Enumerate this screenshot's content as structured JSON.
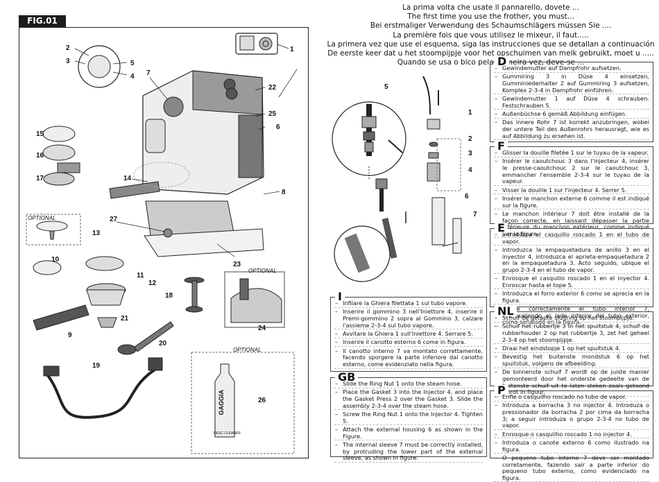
{
  "figure_label": "FIG.01",
  "left_callouts": [
    "1",
    "2",
    "3",
    "4",
    "5",
    "6",
    "7",
    "8",
    "9",
    "10",
    "11",
    "12",
    "13",
    "14",
    "15",
    "16",
    "17",
    "18",
    "19",
    "20",
    "21",
    "22",
    "23",
    "24",
    "25",
    "26",
    "27"
  ],
  "optional_labels": [
    "OPTIONAL",
    "OPTIONAL",
    "OPTIONAL"
  ],
  "bottle_brand": "GAGGIA",
  "bottle_sub": "DESC CLEANER",
  "headlines": [
    "La prima volta che usate il pannarello, dovete ...",
    "The first time you use the frother, you must...",
    "Bei erstmaliger Verwendung des Schaumschlägers müssen Sie ....",
    "La première fois que vous utilisez le mixeur, il faut.....",
    "La primera vez que use el esquema, siga las instrucciones que se detallan a continuación",
    "De eerste keer dat u het stoompijpje voor het opschuimen van melk gebruikt, moet u .....",
    "Quando se usa o bico pela primeira vez, deve-se ..."
  ],
  "right_callouts": [
    "5",
    "1",
    "2",
    "3",
    "4",
    "6",
    "7"
  ],
  "sections": {
    "D": {
      "tag": "D",
      "items": [
        "Gewindemutter auf Dampfrohr aufsetzen.",
        "Gummiring 3 in Düse 4 einsetzen, Gumminiederhalter 2 auf Gummiring 3 aufsetzen, Komplex 2-3-4 in Dampfrohr einführen.",
        "Gewindemutter 1 auf Düse 4 schrauben. Festschrauben 5.",
        "Außenbüchse 6 gemäß Abbildung einfügen.",
        "Das innere Rohr 7 ist korrekt anzubringen, wobei der untere Teil des Außenrohrs herausragt, wie es auf Abbildung zu ersehen ist."
      ]
    },
    "F": {
      "tag": "F",
      "items": [
        "Glisser la douille filetée 1 sur le tuyau de la vapeur.",
        "Insérer le caoutchouc 3 dans l'injecteur 4, insérer le presse-caoutchouc 2 sur le caoutchouc 3, emmancher l'ensemble 2-3-4 sur le tuyau de la vapeur.",
        "Visser la douille 1 sur l'injecteur 4. Serrer 5.",
        "Insérer le manchon externe 6 comme il est indiqué sur la figure.",
        "Le manchon intérieur 7 doit être installé de la façon correcte, en laissant dépasser la partie inférieure du manchon extérieur, comme indiqué par la figure."
      ]
    },
    "E": {
      "tag": "E",
      "items": [
        "Introduzca el casquillo roscado 1 en el tubo de vapor.",
        "Introduzca la empaquetadura de anillo 3 en el inyector 4, introduzca el aprieta-empaquetadura 2 en la empaquetadura 3. Acto seguido, ubique el grupo 2-3-4 en el tubo de vapor.",
        "Enrosque el casquillo roscado 1 en el inyector 4. Enroscar hasta el tope 5.",
        "Introduzca el forro exterior 6 como se aprecia en la figura.",
        "Monte correctamente el tubo interior 7, sobresaliendo el lado inferior del tubo exterior, como señalado en la figura."
      ]
    },
    "I": {
      "tag": "I",
      "items": [
        "Infilare la Ghiera filettata 1 sul tubo vapore.",
        "Inserire il gommino 3 nell'Iniettore 4, inserire il Premi-gommino 2 sopra al Gommino 3, calzare l'assieme 2-3-4 sul tubo vapore.",
        "Avvitare la Ghiera 1 sull'Iniettore 4. Serrare 5.",
        "Inserire il canotto esterno 6 come in figura.",
        "Il canotto interno 7 va montato correttamente, facendo sporgere la parte inferiore dal canotto esterno, come evidenziato nella figura."
      ]
    },
    "NL": {
      "tag": "NL",
      "items": [
        "Schuif de getapte sluitring op het stoompijpje.",
        "Schuif het rubbertje 3 in het spuitstuk 4, schuif de rubberhouder 2 op het rubbertje 3, zet het geheel 2-3-4 op het stoompijpje.",
        "Draai het eindstopje 1 op het spuitstuk 4.",
        "Bevestig het buitenste mondstuk 6 op het spuitstuk, volgens de afbeelding.",
        "De binnenste schuif 7 wordt op de juiste manier gemonteerd door het onderste gedeelte van de buitenste schuif uit te laten steken zoals getoond wordt in figuur."
      ]
    },
    "GB": {
      "tag": "GB",
      "items": [
        "Slide the Ring Nut 1 onto the steam hose.",
        "Place the Gasket 3 into the Injector 4, and place the Gasket Press 2 over the Gasket 3. Slide the assembly 2-3-4 over the steam hose.",
        "Screw the Ring Nut 1 onto the Injector 4. Tighten 5.",
        "Attach the external housing 6 as shown in the Figure.",
        "The internal sleeve 7 must be correctly installed, by protruding the lower part of the external sleeve, as shown in figure."
      ]
    },
    "P": {
      "tag": "P",
      "items": [
        "Enfie o casquilho roscado no tubo de vapor.",
        "Introduza a borracha 3 no injector 4. Introduza o pressionador da borracha 2 por cima da borracha 3; a seguir introduza o grupo 2-3-4 no tubo de vapor.",
        "Enrosque o casquilho roscado 1 no injector 4.",
        "Introduza o canote externo 6 como ilustrado na figura.",
        "O pequeno tubo interno 7 deve ser montado corretamente, fazendo sair a parte inferior do pequeno tubo externo, como evidenciado na figura."
      ]
    }
  }
}
